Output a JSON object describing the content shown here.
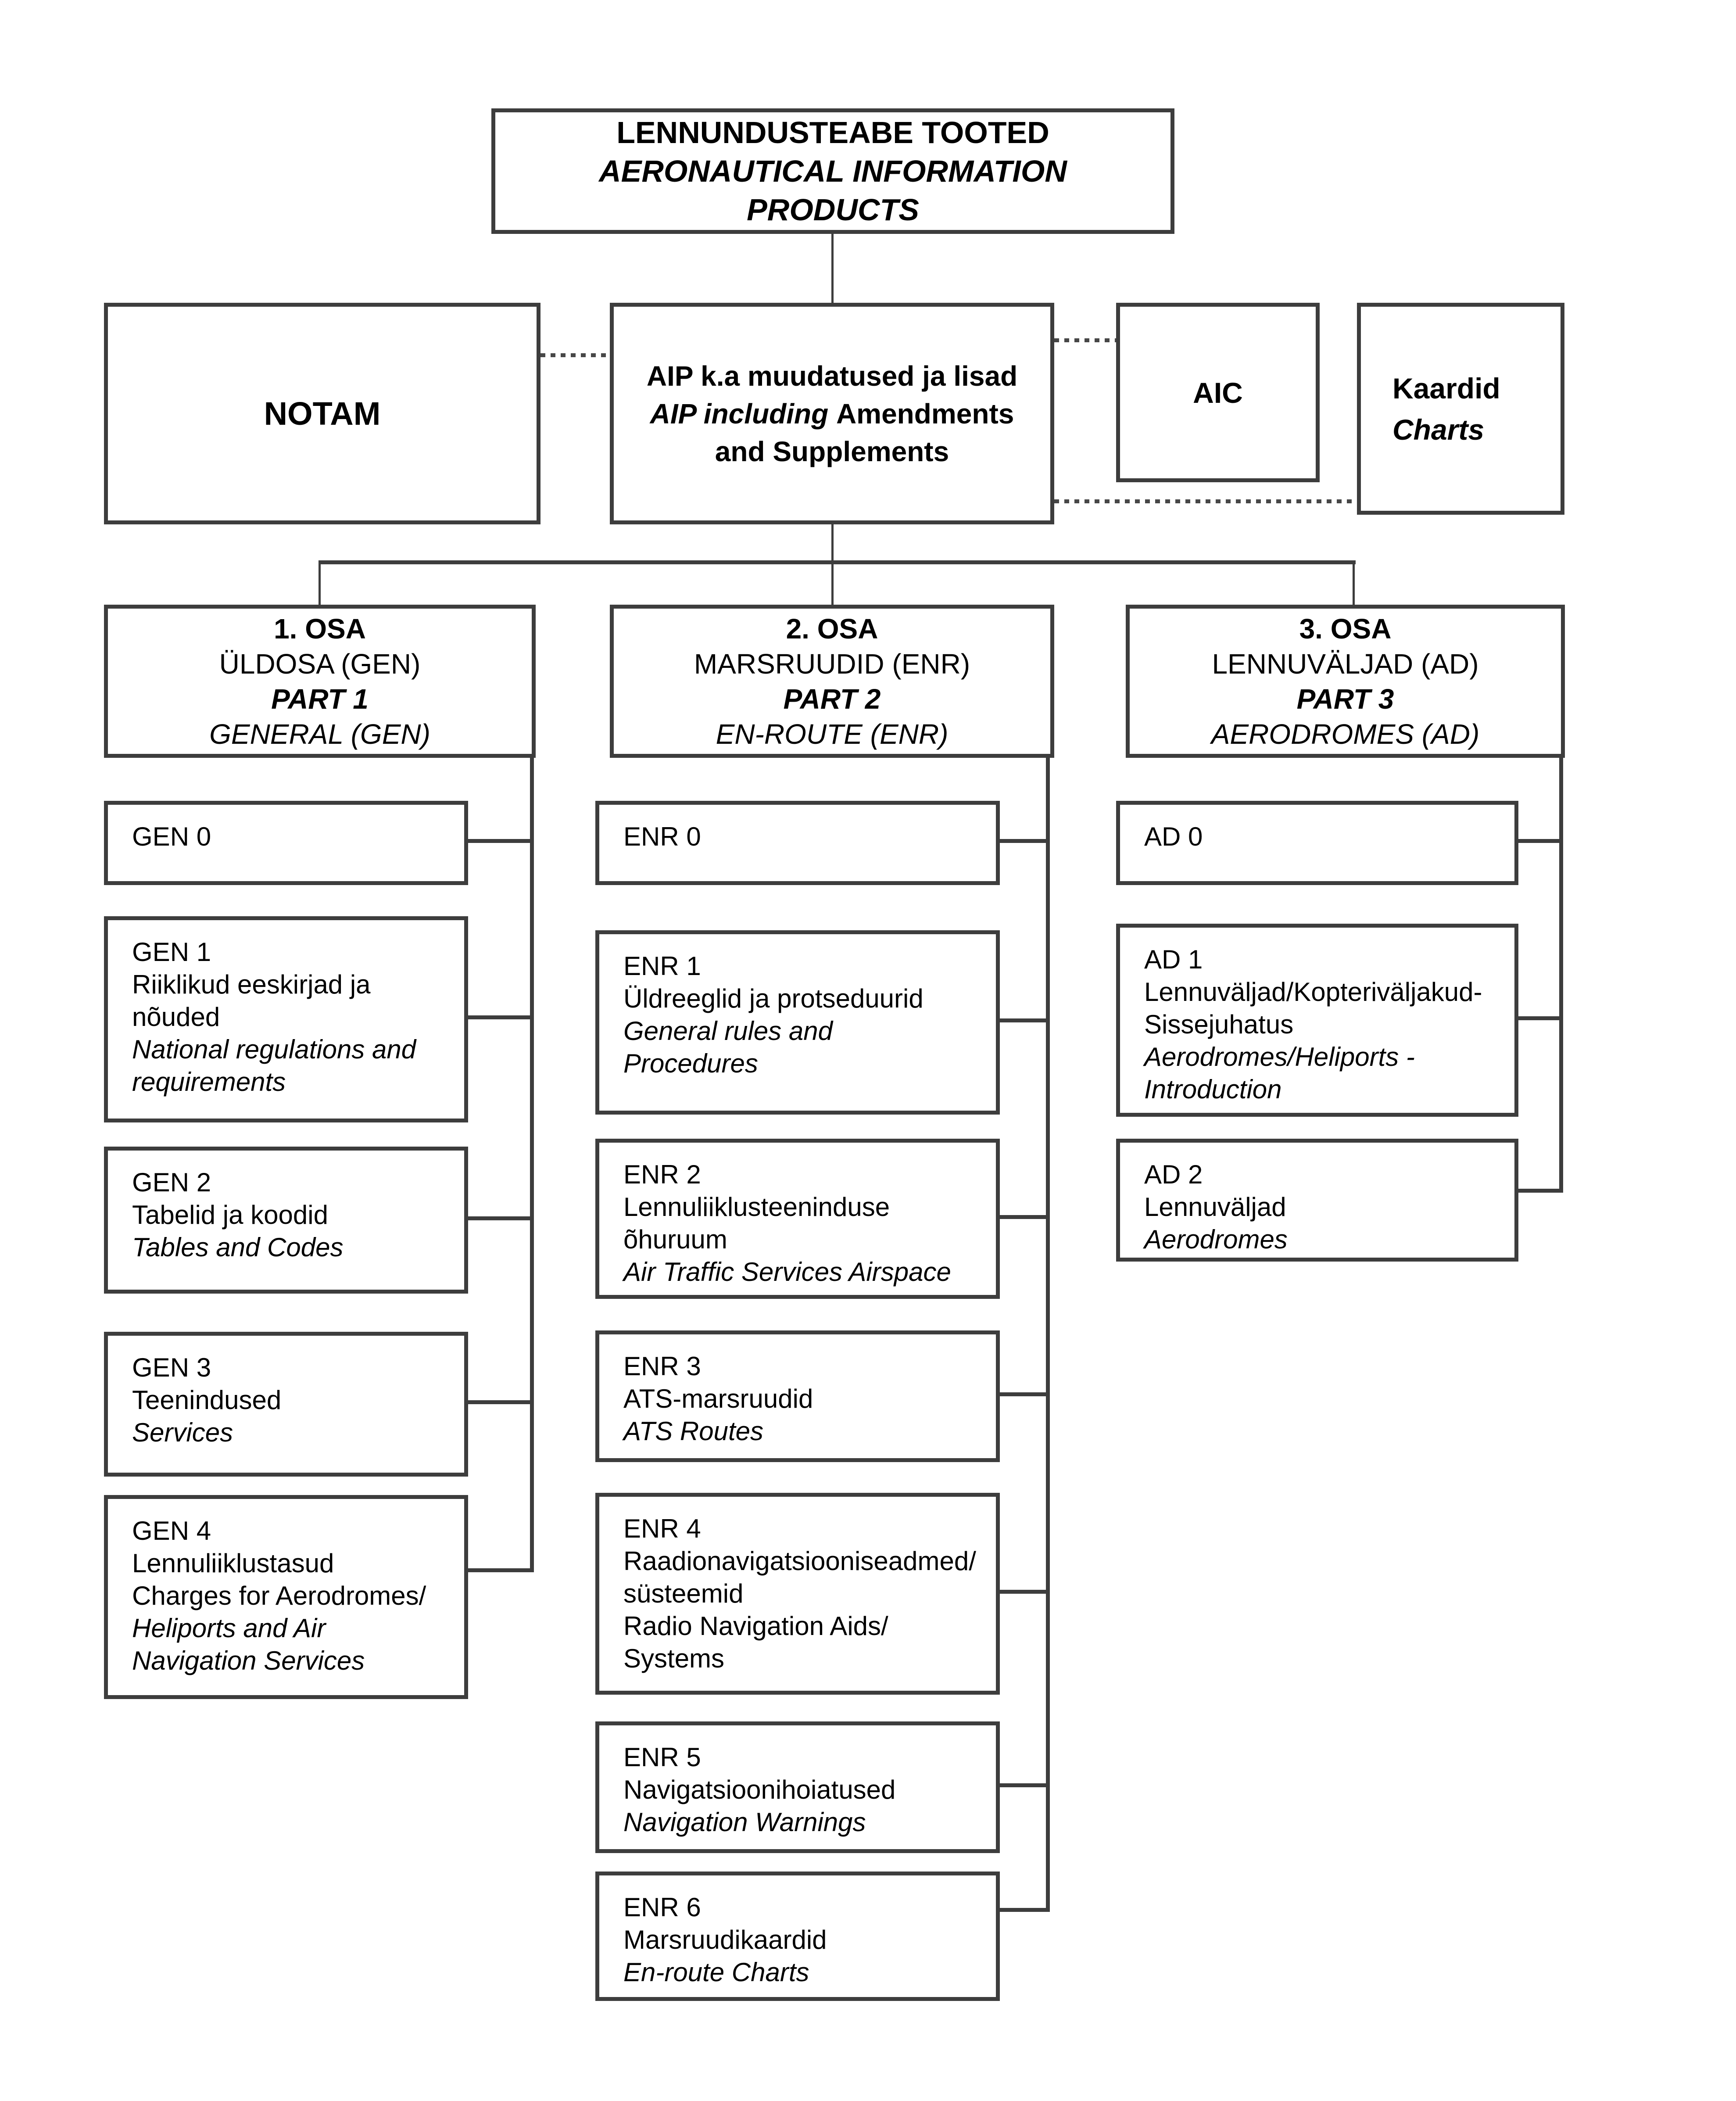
{
  "colors": {
    "background": "#ffffff",
    "box_border": "#3d3d3d",
    "connector": "#3d3d3d",
    "dashed_connector": "#474747",
    "text": "#000000"
  },
  "title_box": {
    "lines": [
      {
        "text": "LENNUNDUSTEABE TOOTED",
        "style": "b"
      },
      {
        "text": "AERONAUTICAL INFORMATION",
        "style": "bi"
      },
      {
        "text": "PRODUCTS",
        "style": "bi"
      }
    ]
  },
  "products": {
    "notam": {
      "lines": [
        {
          "text": "NOTAM",
          "style": "b"
        }
      ]
    },
    "aip": {
      "lines": [
        {
          "text": "AIP k.a muudatused ja lisad",
          "style": "b"
        },
        {
          "segments": [
            {
              "text": "AIP including ",
              "style": "bi"
            },
            {
              "text": "Amendments",
              "style": "b"
            }
          ]
        },
        {
          "text": "and Supplements",
          "style": "b"
        }
      ]
    },
    "aic": {
      "lines": [
        {
          "text": "AIC",
          "style": "b"
        }
      ]
    },
    "charts": {
      "lines": [
        {
          "text": "Kaardid",
          "style": "b"
        },
        {
          "text": "Charts",
          "style": "bi"
        }
      ]
    }
  },
  "parts": [
    {
      "lines": [
        {
          "text": "1. OSA",
          "style": "b"
        },
        {
          "text": "ÜLDOSA (GEN)",
          "style": "r"
        },
        {
          "text": "PART 1",
          "style": "bi"
        },
        {
          "text": "GENERAL (GEN)",
          "style": "i"
        }
      ]
    },
    {
      "lines": [
        {
          "text": "2. OSA",
          "style": "b"
        },
        {
          "text": "MARSRUUDID (ENR)",
          "style": "r"
        },
        {
          "text": "PART 2",
          "style": "bi"
        },
        {
          "text": "EN-ROUTE (ENR)",
          "style": "i"
        }
      ]
    },
    {
      "lines": [
        {
          "text": "3. OSA",
          "style": "b"
        },
        {
          "text": "LENNUVÄLJAD (AD)",
          "style": "r"
        },
        {
          "text": "PART 3",
          "style": "bi"
        },
        {
          "text": "AERODROMES (AD)",
          "style": "i"
        }
      ]
    }
  ],
  "columns": {
    "gen": [
      {
        "lines": [
          {
            "text": "GEN 0",
            "style": "r"
          }
        ]
      },
      {
        "lines": [
          {
            "text": "GEN 1",
            "style": "r"
          },
          {
            "text": "Riiklikud eeskirjad ja",
            "style": "r"
          },
          {
            "text": "nõuded",
            "style": "r"
          },
          {
            "text": "National regulations and",
            "style": "i"
          },
          {
            "text": "requirements",
            "style": "i"
          }
        ]
      },
      {
        "lines": [
          {
            "text": "GEN 2",
            "style": "r"
          },
          {
            "text": "Tabelid ja koodid",
            "style": "r"
          },
          {
            "text": "Tables and Codes",
            "style": "i"
          }
        ]
      },
      {
        "lines": [
          {
            "text": "GEN 3",
            "style": "r"
          },
          {
            "text": "Teenindused",
            "style": "r"
          },
          {
            "text": "Services",
            "style": "i"
          }
        ]
      },
      {
        "lines": [
          {
            "text": "GEN 4",
            "style": "r"
          },
          {
            "text": "Lennuliiklustasud",
            "style": "r"
          },
          {
            "text": "Charges for Aerodromes/",
            "style": "r"
          },
          {
            "text": "Heliports and Air",
            "style": "i"
          },
          {
            "text": "Navigation Services",
            "style": "i"
          }
        ]
      }
    ],
    "enr": [
      {
        "lines": [
          {
            "text": "ENR 0",
            "style": "r"
          }
        ]
      },
      {
        "lines": [
          {
            "text": "ENR 1",
            "style": "r"
          },
          {
            "text": "Üldreeglid ja protseduurid",
            "style": "r"
          },
          {
            "text": "General rules and",
            "style": "i"
          },
          {
            "text": "Procedures",
            "style": "i"
          }
        ]
      },
      {
        "lines": [
          {
            "text": "ENR 2",
            "style": "r"
          },
          {
            "text": "Lennuliiklusteeninduse",
            "style": "r"
          },
          {
            "text": "õhuruum",
            "style": "r"
          },
          {
            "text": "Air Traffic Services Airspace",
            "style": "i"
          }
        ]
      },
      {
        "lines": [
          {
            "text": "ENR 3",
            "style": "r"
          },
          {
            "text": "ATS-marsruudid",
            "style": "r"
          },
          {
            "text": "ATS Routes",
            "style": "i"
          }
        ]
      },
      {
        "lines": [
          {
            "text": "ENR 4",
            "style": "r"
          },
          {
            "text": "Raadionavigatsiooniseadmed/",
            "style": "r"
          },
          {
            "text": "süsteemid",
            "style": "r"
          },
          {
            "text": "Radio Navigation Aids/",
            "style": "r"
          },
          {
            "text": "Systems",
            "style": "r"
          }
        ]
      },
      {
        "lines": [
          {
            "text": "ENR 5",
            "style": "r"
          },
          {
            "text": "Navigatsioonihoiatused",
            "style": "r"
          },
          {
            "text": "Navigation Warnings",
            "style": "i"
          }
        ]
      },
      {
        "lines": [
          {
            "text": "ENR 6",
            "style": "r"
          },
          {
            "text": "Marsruudikaardid",
            "style": "r"
          },
          {
            "text": "En-route Charts",
            "style": "i"
          }
        ]
      }
    ],
    "ad": [
      {
        "lines": [
          {
            "text": "AD 0",
            "style": "r"
          }
        ]
      },
      {
        "lines": [
          {
            "text": "AD 1",
            "style": "r"
          },
          {
            "text": "Lennuväljad/Kopteriväljakud-",
            "style": "r"
          },
          {
            "text": "Sissejuhatus",
            "style": "r"
          },
          {
            "text": "Aerodromes/Heliports -",
            "style": "i"
          },
          {
            "text": "Introduction",
            "style": "i"
          }
        ]
      },
      {
        "lines": [
          {
            "text": "AD 2",
            "style": "r"
          },
          {
            "text": "Lennuväljad",
            "style": "r"
          },
          {
            "text": "Aerodromes",
            "style": "i"
          }
        ]
      }
    ]
  }
}
